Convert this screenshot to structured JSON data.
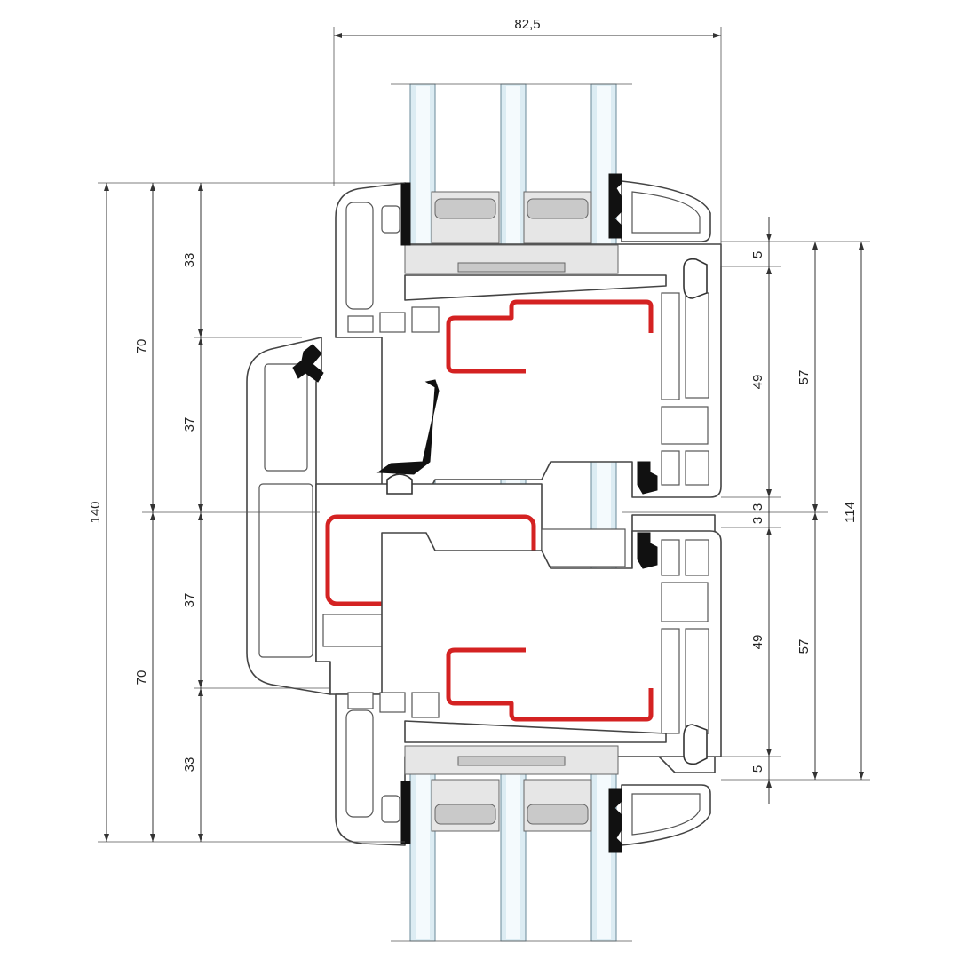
{
  "dimensions": {
    "total_depth": "82,5",
    "left_total_height": "140",
    "left_upper_height": "70",
    "left_lower_height": "70",
    "left_upper_outer": "33",
    "left_upper_inner": "37",
    "left_lower_inner": "37",
    "left_lower_outer": "33",
    "right_top_offset": "5",
    "right_upper_sash": "49",
    "right_upper_height": "57",
    "right_mid_gap_a": "3",
    "right_mid_gap_b": "3",
    "right_lower_sash": "49",
    "right_lower_height": "57",
    "right_bottom_offset": "5",
    "right_total_height": "114"
  },
  "colors": {
    "steel_reinforcement": "#d42222",
    "glazing": "#dcecf3",
    "seal": "#111111",
    "profile_outline": "#444444"
  },
  "icons": [
    "triple-glazing",
    "steel-reinforcement",
    "gasket-seal"
  ]
}
